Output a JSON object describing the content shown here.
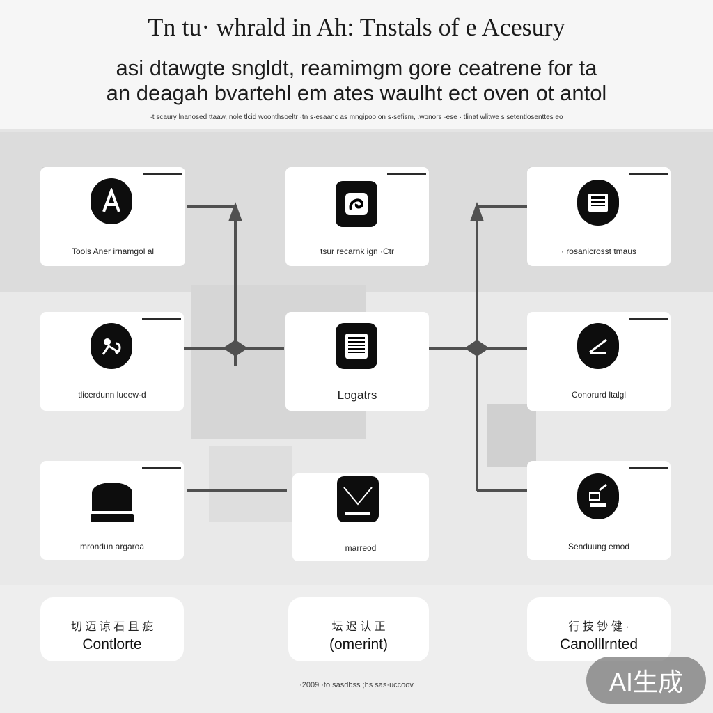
{
  "header": {
    "title": "Tn tu· whrald in Ah: Tnstals of e Acesury",
    "subtitle_line1": "asi dtawgte sngldt, reamimgm gore ceatrene for ta",
    "subtitle_line2": "an deagah bvartehl em ates waulht ect oven ot antol",
    "fineprint": "·t scaury lnanosed ttaaw, nole tlcid woonthsoeltr ·tn s·esaanc as mngipoo on s·sefism, .wonors ·ese · tlinat wlitwe s setentlosenttes eo"
  },
  "nodes": [
    {
      "label": "Tools Aner irnamgol al",
      "icon": "compass-icon"
    },
    {
      "label": "tsur recarnk ign ·Ctr",
      "icon": "swirl-icon"
    },
    {
      "label": "· rosanicrosst tmaus",
      "icon": "monitor-icon"
    },
    {
      "label": "tlicerdunn lueew·d",
      "icon": "figure-icon"
    },
    {
      "label": "Logatrs",
      "icon": "document-icon"
    },
    {
      "label": "Conorurd ltalgl",
      "icon": "pen-tablet-icon"
    },
    {
      "label": "mrondun argaroa",
      "icon": "dome-icon"
    },
    {
      "label": "marreod",
      "icon": "envelope-icon"
    },
    {
      "label": "Senduung emod",
      "icon": "edit-pad-icon"
    }
  ],
  "outcomes": [
    {
      "small": "切 迈 谅 石 且 疵",
      "big": "Contlorte"
    },
    {
      "small": "坛 迟 认 正",
      "big": "(omerint)"
    },
    {
      "small": "行 技 钞 健 ·",
      "big": "Canolllrnted"
    }
  ],
  "footer_note": "·2009 ·to sasdbss ;hs sas·uccoov",
  "watermark": "AI生成"
}
